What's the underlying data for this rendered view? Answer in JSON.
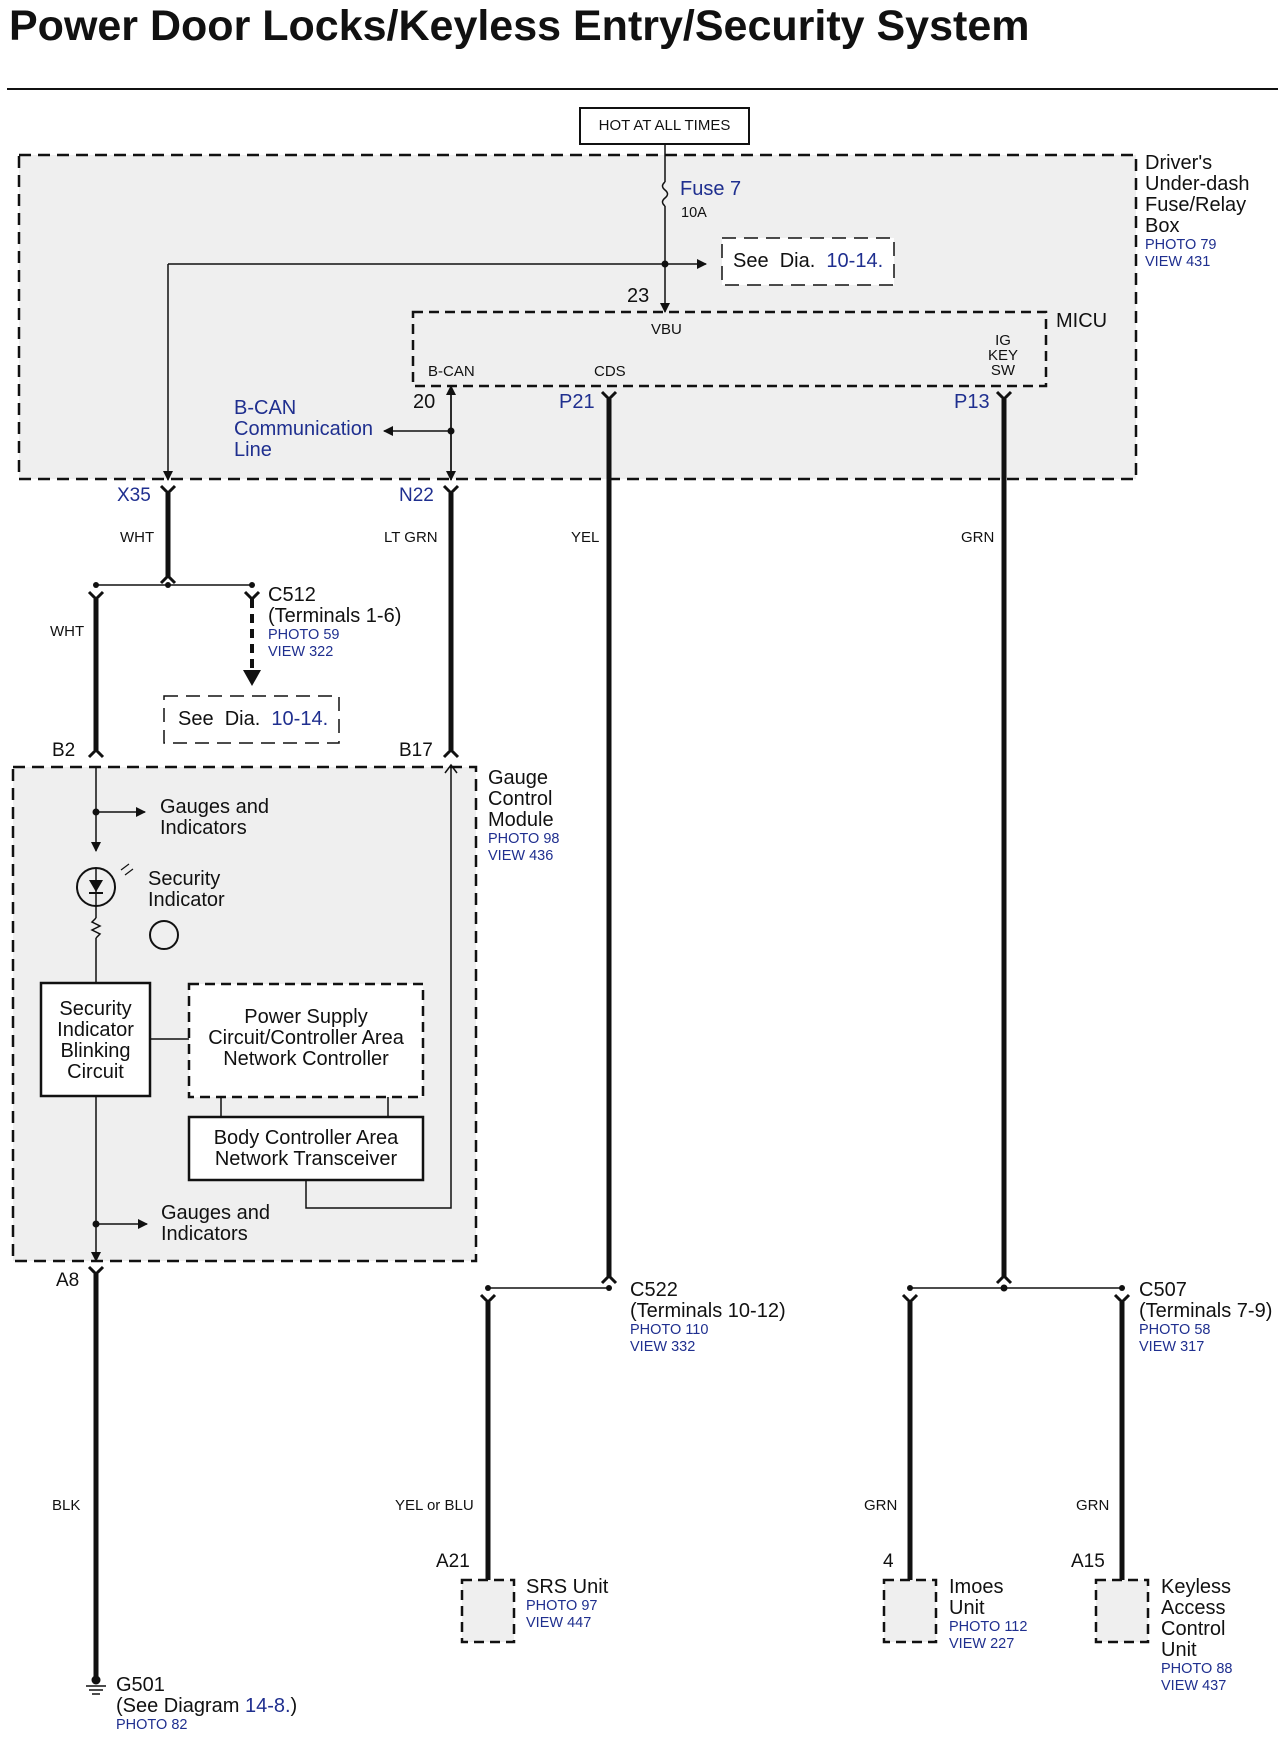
{
  "title": "Power Door Locks/Keyless Entry/Security System",
  "hot_at_all_times": "HOT AT ALL TIMES",
  "fuse": {
    "name": "Fuse 7",
    "rating": "10A"
  },
  "see_dia": {
    "see": "See",
    "dia": "Dia.",
    "ref": "10-14."
  },
  "underdash_box": {
    "lines": [
      "Driver's",
      "Under-dash",
      "Fuse/Relay",
      "Box"
    ],
    "photo": "PHOTO 79",
    "view": "VIEW 431"
  },
  "micu": {
    "name": "MICU",
    "terminal_23": "23",
    "vbu": "VBU",
    "bcan": "B-CAN",
    "cds": "CDS",
    "ig_key_sw": [
      "IG",
      "KEY",
      "SW"
    ],
    "terminal_20": "20",
    "p21": "P21",
    "p13": "P13"
  },
  "bcan_line": [
    "B-CAN",
    "Communication",
    "Line"
  ],
  "connectors": {
    "x35": "X35",
    "n22": "N22",
    "b2": "B2",
    "b17": "B17",
    "a8": "A8",
    "a21": "A21",
    "t4": "4",
    "a15": "A15"
  },
  "wires": {
    "wht1": "WHT",
    "ltgrn": "LT GRN",
    "yel": "YEL",
    "grn1": "GRN",
    "wht2": "WHT",
    "blk": "BLK",
    "yel_or_blu": "YEL or BLU",
    "grn2": "GRN",
    "grn3": "GRN"
  },
  "c512": {
    "name": "C512",
    "terminals": "(Terminals 1-6)",
    "photo": "PHOTO 59",
    "view": "VIEW 322"
  },
  "gauge_module": {
    "lines": [
      "Gauge",
      "Control",
      "Module"
    ],
    "photo": "PHOTO 98",
    "view": "VIEW 436"
  },
  "gauges_top": [
    "Gauges and",
    "Indicators"
  ],
  "gauges_bottom": [
    "Gauges and",
    "Indicators"
  ],
  "security_indicator": [
    "Security",
    "Indicator"
  ],
  "blink_circuit": [
    "Security",
    "Indicator",
    "Blinking",
    "Circuit"
  ],
  "power_supply": [
    "Power Supply",
    "Circuit/Controller Area",
    "Network Controller"
  ],
  "transceiver": [
    "Body Controller Area",
    "Network Transceiver"
  ],
  "c522": {
    "name": "C522",
    "terminals": "(Terminals 10-12)",
    "photo": "PHOTO 110",
    "view": "VIEW 332"
  },
  "c507": {
    "name": "C507",
    "terminals": "(Terminals 7-9)",
    "photo": "PHOTO 58",
    "view": "VIEW 317"
  },
  "srs": {
    "name": "SRS Unit",
    "photo": "PHOTO 97",
    "view": "VIEW 447"
  },
  "imoes": {
    "lines": [
      "Imoes",
      "Unit"
    ],
    "photo": "PHOTO 112",
    "view": "VIEW 227"
  },
  "keyless": {
    "lines": [
      "Keyless",
      "Access",
      "Control",
      "Unit"
    ],
    "photo": "PHOTO 88",
    "view": "VIEW 437"
  },
  "g501": {
    "name": "G501",
    "see": "(See Diagram",
    "ref": "14-8.",
    "close": ")",
    "photo": "PHOTO 82"
  }
}
